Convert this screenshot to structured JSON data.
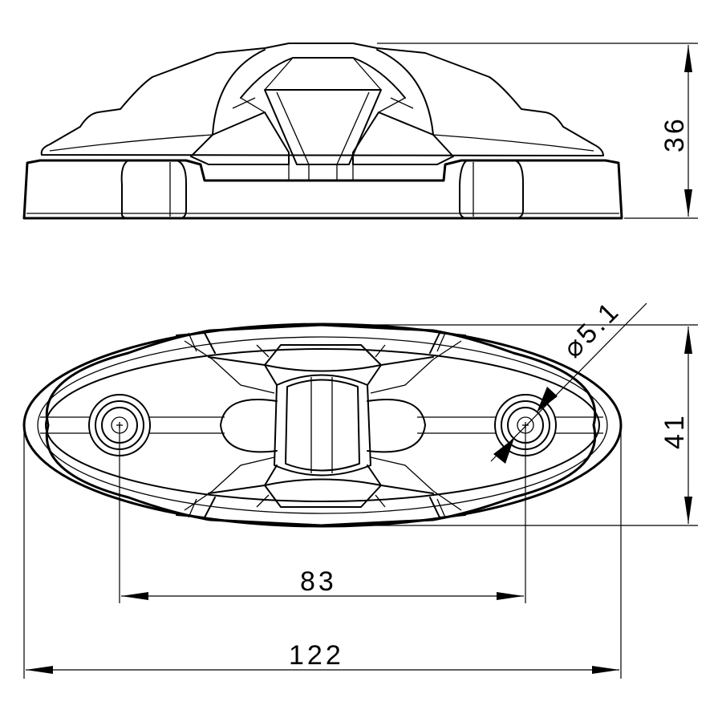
{
  "drawing": {
    "dimensions": {
      "height": "36",
      "depth": "41",
      "hole_diameter": "⌀5.1",
      "hole_spacing": "83",
      "overall_length": "122"
    },
    "stroke_color": "#000000",
    "background_color": "#ffffff"
  }
}
